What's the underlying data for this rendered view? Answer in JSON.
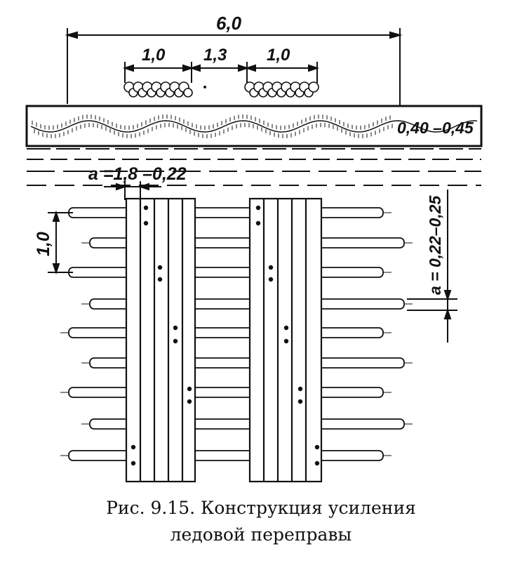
{
  "dimensions": {
    "total_width": "6,0",
    "track_left": "1,0",
    "gap": "1,3",
    "track_right": "1,0",
    "ice_thickness": "0,40 –0,45",
    "spacing_label": "a =1,8 –0,22",
    "pitch": "1,0",
    "side_label": "a = 0,22–0,25"
  },
  "caption": {
    "line1": "Рис. 9.15. Конструкция усиления",
    "line2": "ледовой переправы"
  }
}
